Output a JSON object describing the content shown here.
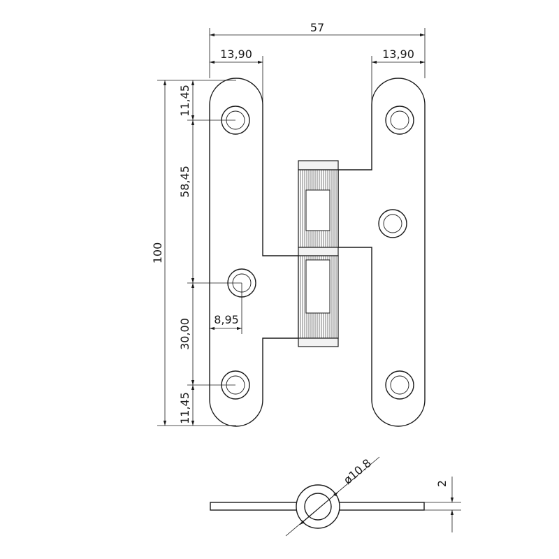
{
  "dimensions": {
    "overall_width": "57",
    "left_leaf_width": "13,90",
    "right_leaf_width": "13,90",
    "overall_height": "100",
    "top_hole_offset": "11,45",
    "hole_spacing_upper": "58,45",
    "hole_spacing_lower": "30,00",
    "bottom_hole_offset": "11,45",
    "hole_horizontal_offset": "8,95",
    "pin_diameter": "ø10.8",
    "thickness": "2"
  },
  "colors": {
    "line": "#1a1a1a",
    "background": "#ffffff"
  }
}
